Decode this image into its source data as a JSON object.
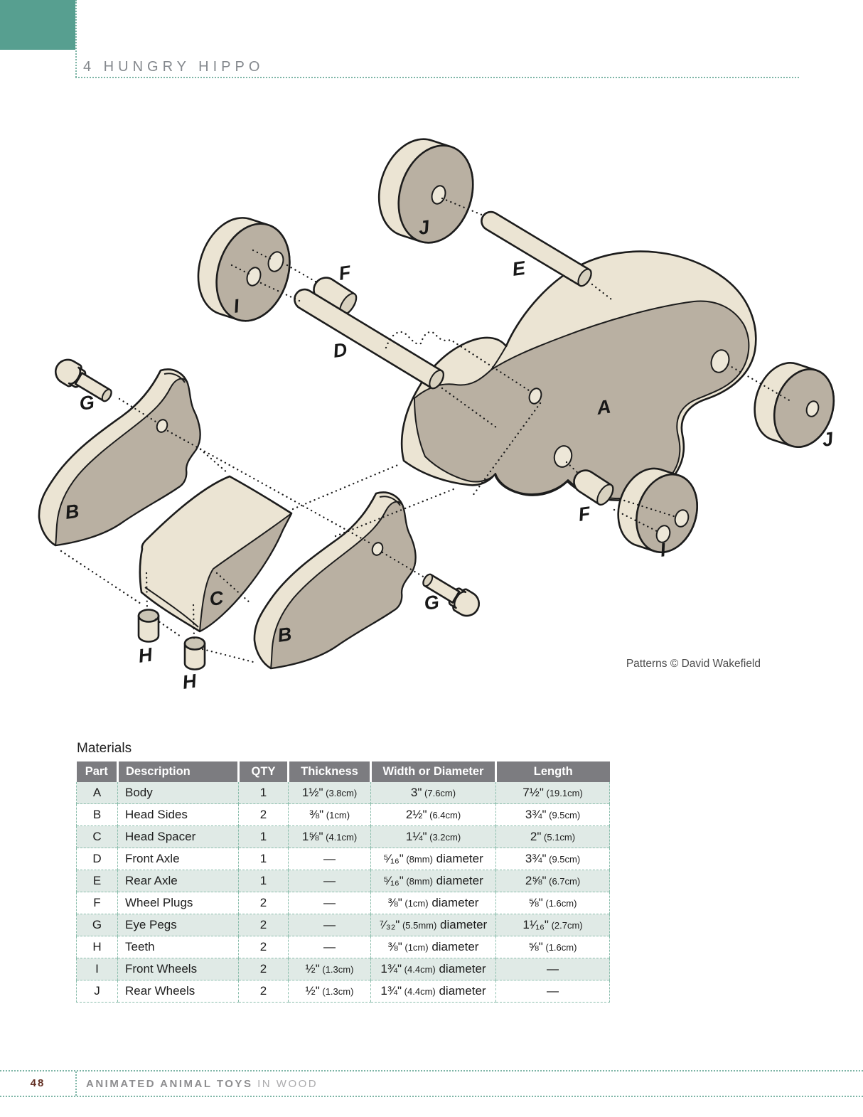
{
  "header": {
    "chapter": "4 HUNGRY HIPPO"
  },
  "diagram": {
    "credit": "Patterns © David Wakefield",
    "labels": [
      "J",
      "E",
      "I",
      "F",
      "D",
      "A",
      "J",
      "G",
      "B",
      "C",
      "B",
      "G",
      "H",
      "H",
      "F",
      "I"
    ]
  },
  "materials": {
    "title": "Materials",
    "columns": [
      "Part",
      "Description",
      "QTY",
      "Thickness",
      "Width or Diameter",
      "Length"
    ],
    "rows": [
      {
        "part": "A",
        "description": "Body",
        "qty": "1",
        "thickness": {
          "m": "1½\"",
          "n": "(3.8cm)"
        },
        "width": {
          "m": "3\"",
          "n": "(7.6cm)"
        },
        "length": {
          "m": "7½\"",
          "n": "(19.1cm)"
        }
      },
      {
        "part": "B",
        "description": "Head Sides",
        "qty": "2",
        "thickness": {
          "m": "⅜\"",
          "n": "(1cm)"
        },
        "width": {
          "m": "2½\"",
          "n": "(6.4cm)"
        },
        "length": {
          "m": "3¾\"",
          "n": "(9.5cm)"
        }
      },
      {
        "part": "C",
        "description": "Head Spacer",
        "qty": "1",
        "thickness": {
          "m": "1⅝\"",
          "n": "(4.1cm)"
        },
        "width": {
          "m": "1¼\"",
          "n": "(3.2cm)"
        },
        "length": {
          "m": "2\"",
          "n": "(5.1cm)"
        }
      },
      {
        "part": "D",
        "description": "Front Axle",
        "qty": "1",
        "thickness": {
          "m": "—"
        },
        "width": {
          "m": "⁵⁄₁₆\"",
          "n": "(8mm)",
          "a": "diameter"
        },
        "length": {
          "m": "3¾\"",
          "n": "(9.5cm)"
        }
      },
      {
        "part": "E",
        "description": "Rear Axle",
        "qty": "1",
        "thickness": {
          "m": "—"
        },
        "width": {
          "m": "⁵⁄₁₆\"",
          "n": "(8mm)",
          "a": "diameter"
        },
        "length": {
          "m": "2⅝\"",
          "n": "(6.7cm)"
        }
      },
      {
        "part": "F",
        "description": "Wheel Plugs",
        "qty": "2",
        "thickness": {
          "m": "—"
        },
        "width": {
          "m": "⅜\"",
          "n": "(1cm)",
          "a": "diameter"
        },
        "length": {
          "m": "⅝\"",
          "n": "(1.6cm)"
        }
      },
      {
        "part": "G",
        "description": "Eye Pegs",
        "qty": "2",
        "thickness": {
          "m": "—"
        },
        "width": {
          "m": "⁷⁄₃₂\"",
          "n": "(5.5mm)",
          "a": "diameter"
        },
        "length": {
          "m": "1¹⁄₁₆\"",
          "n": "(2.7cm)"
        }
      },
      {
        "part": "H",
        "description": "Teeth",
        "qty": "2",
        "thickness": {
          "m": "—"
        },
        "width": {
          "m": "⅜\"",
          "n": "(1cm)",
          "a": "diameter"
        },
        "length": {
          "m": "⅝\"",
          "n": "(1.6cm)"
        }
      },
      {
        "part": "I",
        "description": "Front Wheels",
        "qty": "2",
        "thickness": {
          "m": "½\"",
          "n": "(1.3cm)"
        },
        "width": {
          "m": "1¾\"",
          "n": "(4.4cm)",
          "a": "diameter"
        },
        "length": {
          "m": "—"
        }
      },
      {
        "part": "J",
        "description": "Rear Wheels",
        "qty": "2",
        "thickness": {
          "m": "½\"",
          "n": "(1.3cm)"
        },
        "width": {
          "m": "1¾\"",
          "n": "(4.4cm)",
          "a": "diameter"
        },
        "length": {
          "m": "—"
        }
      }
    ]
  },
  "footer": {
    "page_number": "48",
    "title": "ANIMATED ANIMAL TOYS",
    "subtitle": "IN WOOD"
  },
  "colors": {
    "teal": "#579f90",
    "wood_light": "#ebe4d3",
    "wood_shadow": "#b9b0a2",
    "table_header_bg": "#7c7c80",
    "row_tint": "#e0eae6",
    "dash": "#8cbead",
    "page_number": "#643125"
  }
}
